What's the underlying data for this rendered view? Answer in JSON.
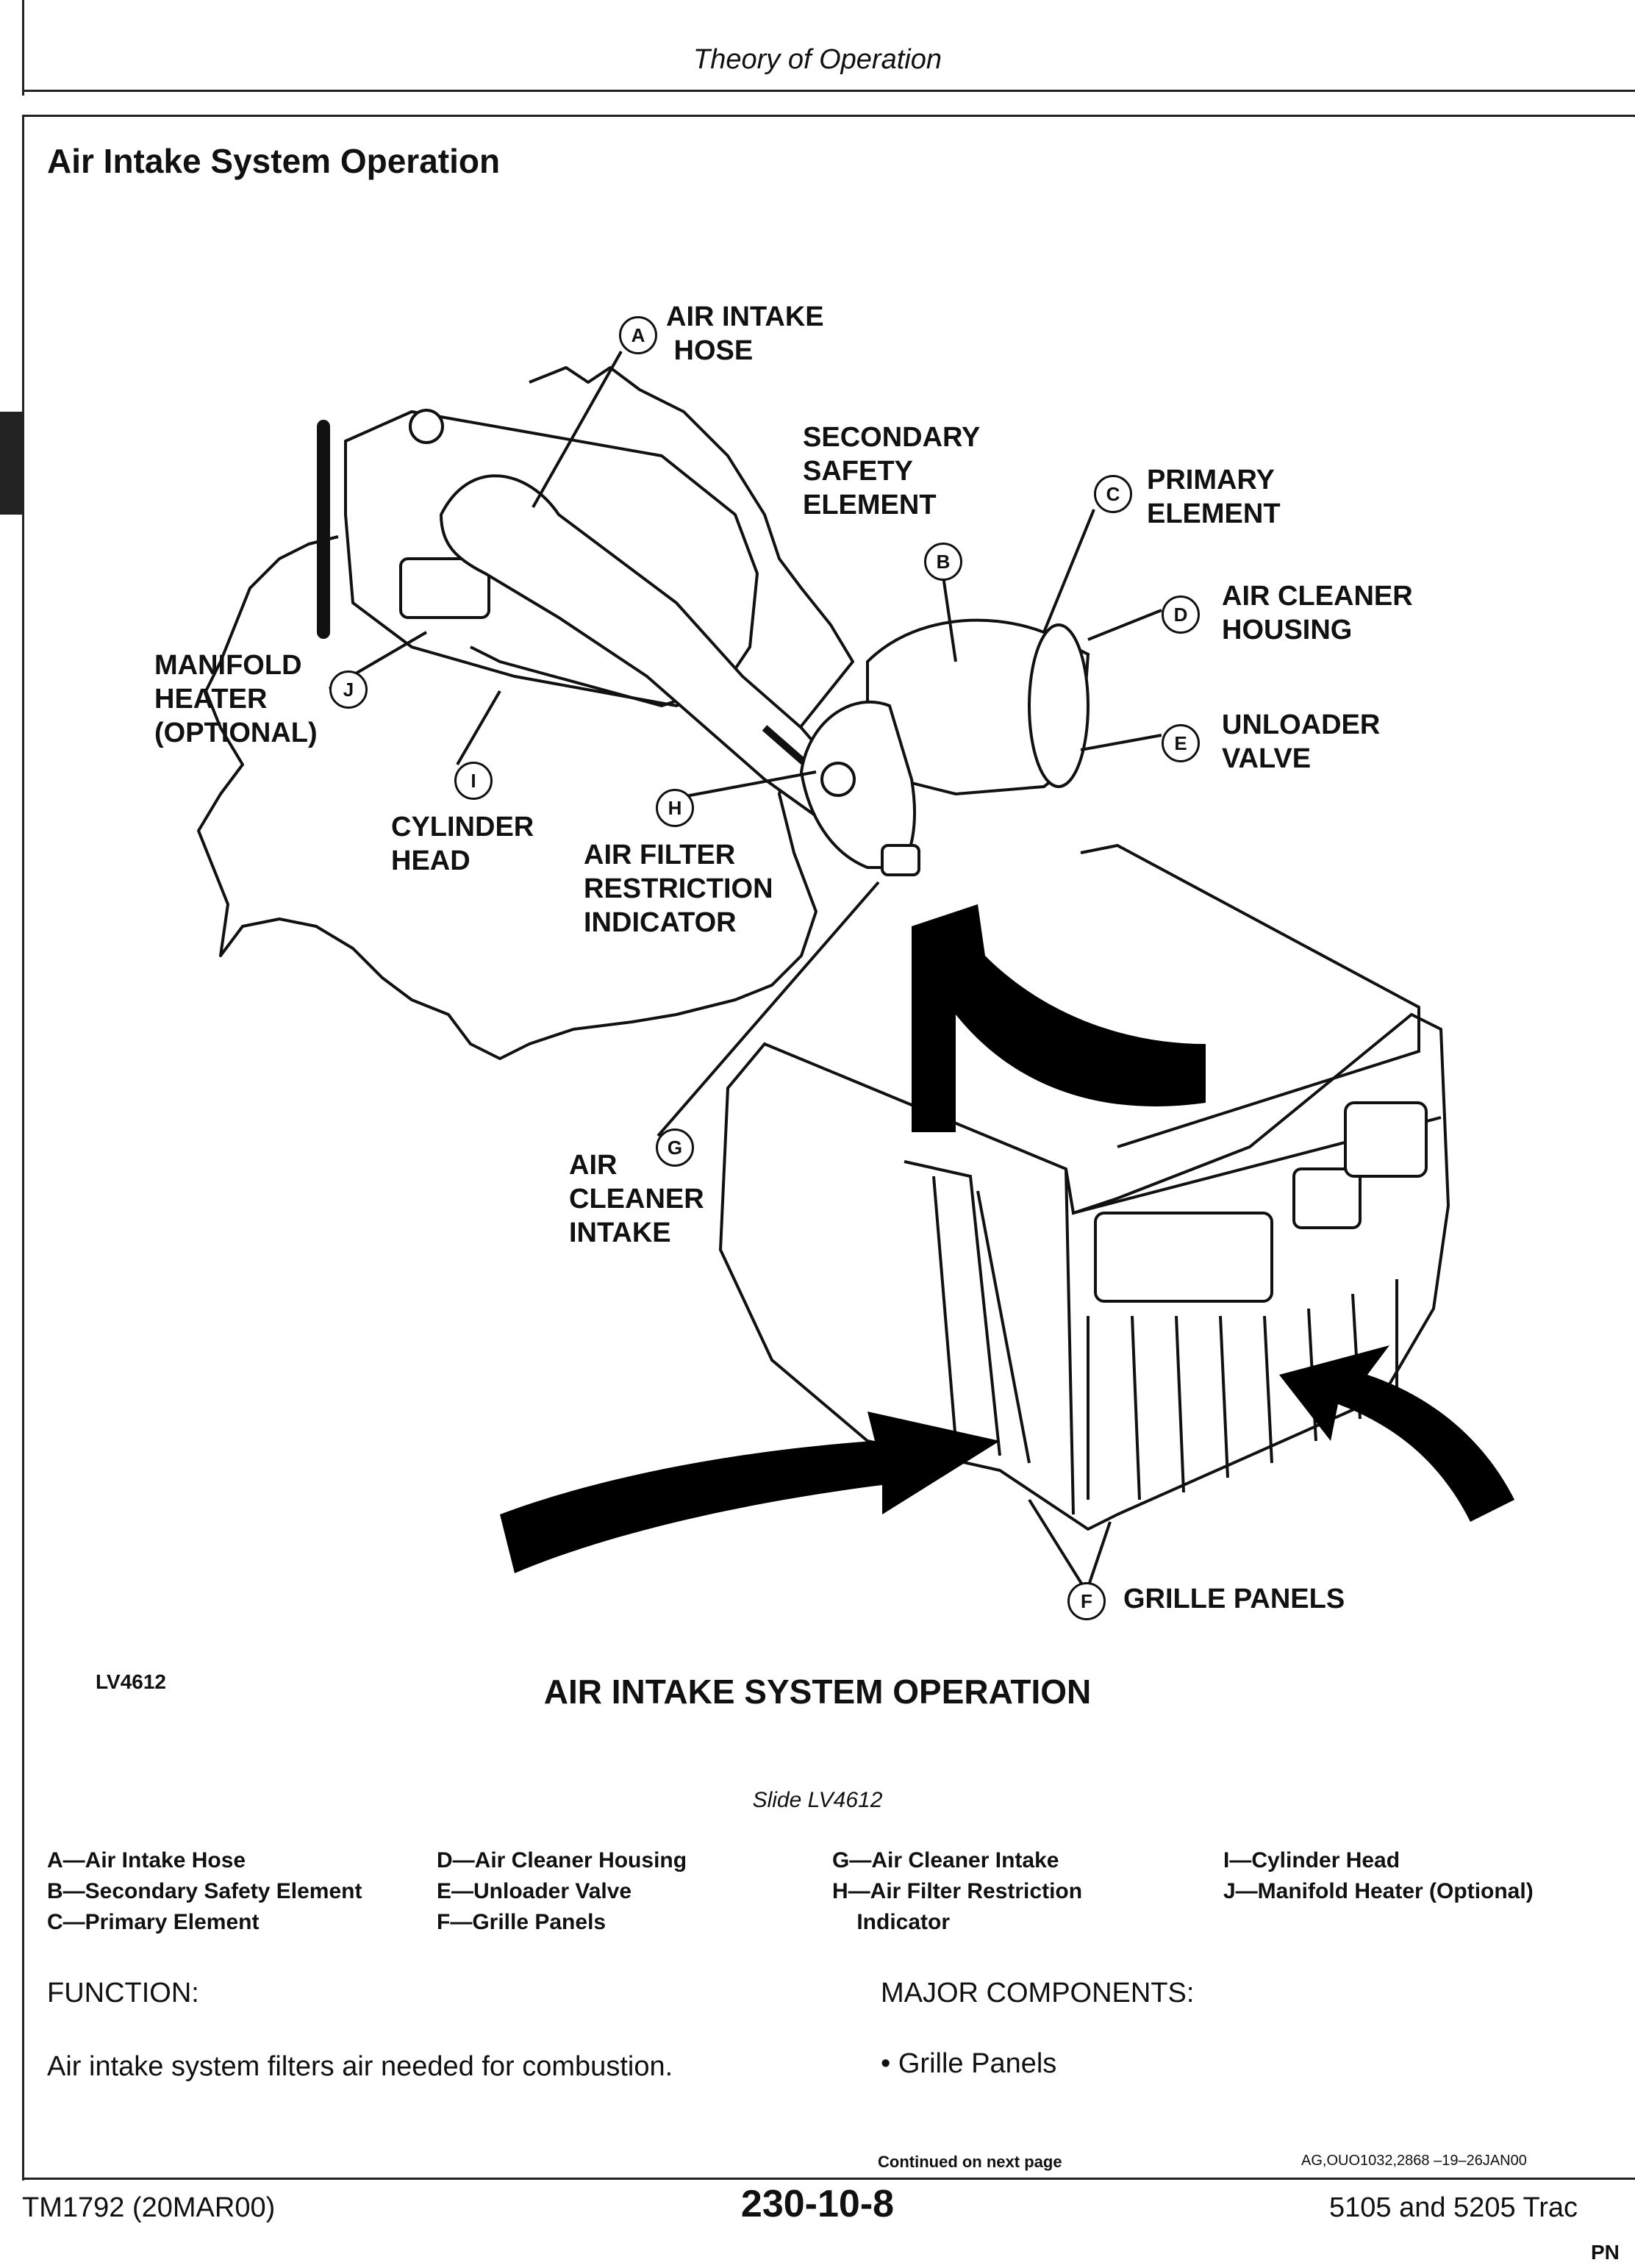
{
  "header": {
    "title": "Theory of Operation"
  },
  "section": {
    "title": "Air Intake System Operation"
  },
  "figure": {
    "id": "LV4612",
    "caption": "AIR INTAKE SYSTEM OPERATION",
    "callouts": {
      "A": {
        "letter": "A",
        "text": "AIR INTAKE\n HOSE"
      },
      "B": {
        "letter": "B",
        "text": "SECONDARY\nSAFETY\nELEMENT"
      },
      "C": {
        "letter": "C",
        "text": "PRIMARY\nELEMENT"
      },
      "D": {
        "letter": "D",
        "text": "AIR CLEANER\nHOUSING"
      },
      "E": {
        "letter": "E",
        "text": "UNLOADER\nVALVE"
      },
      "F": {
        "letter": "F",
        "text": "GRILLE PANELS"
      },
      "G": {
        "letter": "G",
        "text": "AIR\nCLEANER\nINTAKE"
      },
      "H": {
        "letter": "H",
        "text": "AIR FILTER\nRESTRICTION\nINDICATOR"
      },
      "I": {
        "letter": "I",
        "text": "CYLINDER\nHEAD"
      },
      "J": {
        "letter": "J",
        "text": "MANIFOLD\nHEATER\n(OPTIONAL)"
      }
    }
  },
  "slide": "Slide LV4612",
  "legend": {
    "col1": [
      "A—Air Intake Hose",
      "B—Secondary Safety Element",
      "C—Primary Element"
    ],
    "col2": [
      "D—Air Cleaner Housing",
      "E—Unloader Valve",
      "F—Grille Panels"
    ],
    "col3": [
      "G—Air Cleaner Intake",
      "H—Air Filter Restriction",
      "    Indicator"
    ],
    "col4": [
      "I—Cylinder Head",
      "J—Manifold Heater (Optional)"
    ]
  },
  "function": {
    "heading": "FUNCTION:",
    "text": "Air intake system filters air needed for combustion."
  },
  "components": {
    "heading": "MAJOR COMPONENTS:",
    "items": [
      "Grille Panels"
    ]
  },
  "footer": {
    "continued": "Continued on next page",
    "code": "AG,OUO1032,2868   –19–26JAN00",
    "manual": "TM1792 (20MAR00)",
    "page": "230-10-8",
    "model": "5105 and 5205 Trac",
    "corner": "PN"
  }
}
